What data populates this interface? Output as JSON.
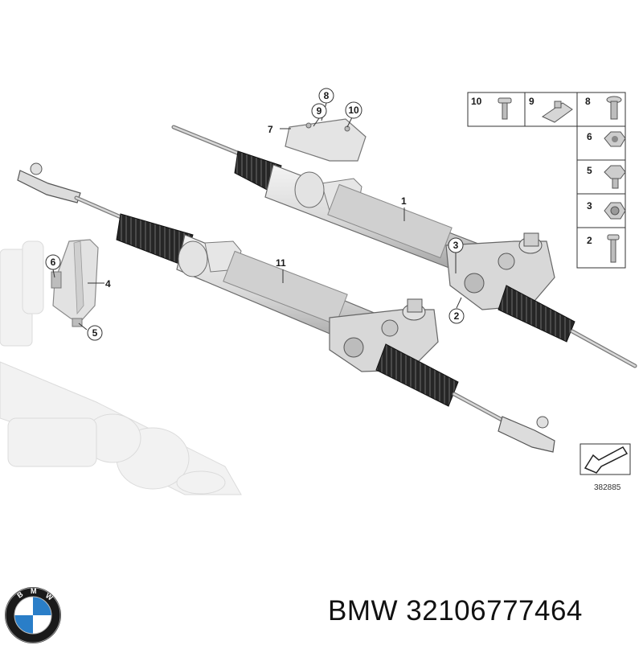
{
  "callouts": {
    "c1": "1",
    "c2": "2",
    "c3": "3",
    "c4": "4",
    "c5": "5",
    "c6": "6",
    "c7": "7",
    "c8": "8",
    "c9": "9",
    "c10": "10",
    "c11": "11"
  },
  "hardware_panel": {
    "t10": "10",
    "t9": "9",
    "t8": "8",
    "t6": "6",
    "t5": "5",
    "t3": "3",
    "t2": "2"
  },
  "diagram_code": "382885",
  "footer": {
    "brand": "BMW",
    "part_number": "32106777464",
    "logo_letters": "BMW"
  },
  "colors": {
    "part_fill": "#e6e6e6",
    "part_stroke": "#6a6a6a",
    "boot": "#2b2b2b",
    "bmw_blue": "#2a7ec8"
  }
}
